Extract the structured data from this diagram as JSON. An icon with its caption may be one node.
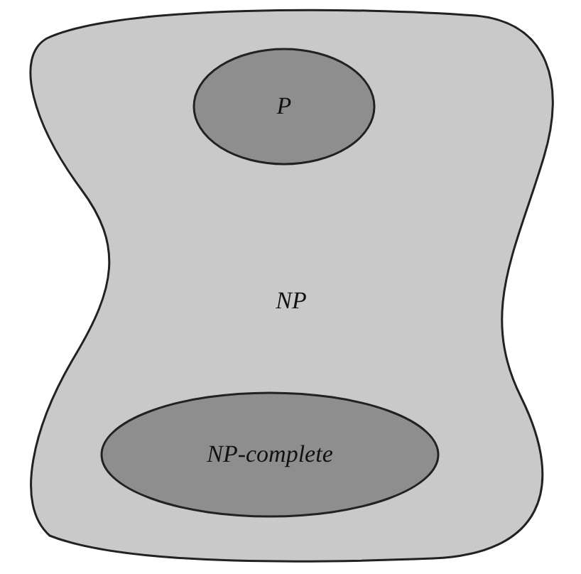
{
  "diagram": {
    "nodes": [
      {
        "text": [
          "NP"
        ]
      },
      {
        "text": [
          "P"
        ],
        "in": 0
      },
      {
        "text": [
          "NP-complete"
        ],
        "in": 0
      }
    ],
    "edges": []
  }
}
